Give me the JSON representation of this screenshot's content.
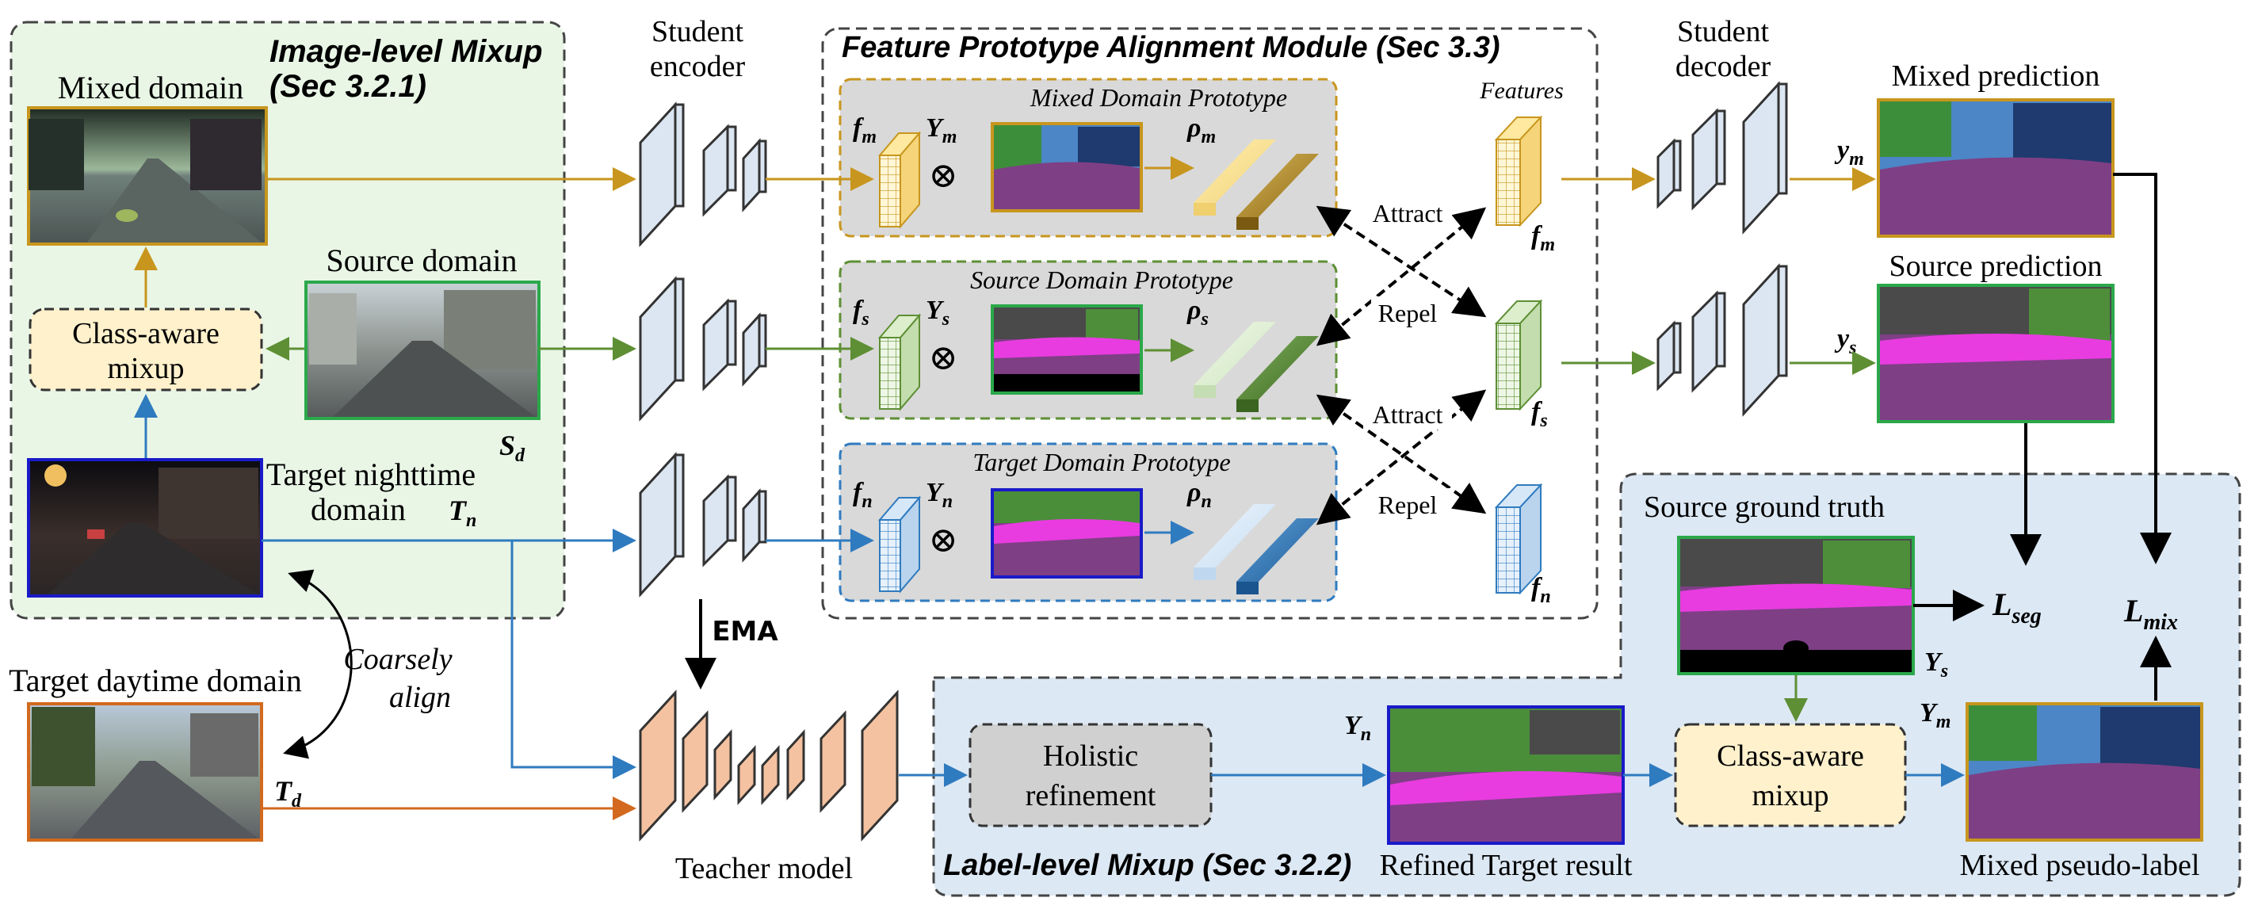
{
  "image_mixup": {
    "title_line1": "Image-level Mixup",
    "title_line2": "(Sec 3.2.1)",
    "mixed_domain": "Mixed domain",
    "source_domain": "Source domain",
    "source_symbol": "S",
    "source_symbol_sub": "d",
    "class_aware_line1": "Class-aware",
    "class_aware_line2": "mixup",
    "target_night_line1": "Target nighttime",
    "target_night_line2": "domain",
    "target_night_symbol": "T",
    "target_night_symbol_sub": "n"
  },
  "target_day": {
    "label": "Target daytime domain",
    "symbol": "T",
    "symbol_sub": "d",
    "align_line1": "Coarsely",
    "align_line2": "align"
  },
  "student_encoder": {
    "line1": "Student",
    "line2": "encoder"
  },
  "student_decoder": {
    "line1": "Student",
    "line2": "decoder"
  },
  "ema": "EMA",
  "teacher": "Teacher model",
  "fpa": {
    "title": "Feature Prototype Alignment Module (Sec 3.3)",
    "features": "Features",
    "mixed_proto": "Mixed Domain Prototype",
    "source_proto": "Source Domain Prototype",
    "target_proto": "Target Domain Prototype",
    "attract": "Attract",
    "repel": "Repel",
    "otimes": "⊗",
    "f": "f",
    "Y": "Y",
    "rho": "ρ",
    "sub_m": "m",
    "sub_s": "s",
    "sub_n": "n"
  },
  "predictions": {
    "mixed": "Mixed prediction",
    "source": "Source prediction",
    "y": "y",
    "sub_m": "m",
    "sub_s": "s"
  },
  "label_mixup": {
    "title": "Label-level Mixup (Sec 3.2.2)",
    "source_gt": "Source ground truth",
    "holistic_line1": "Holistic",
    "holistic_line2": "refinement",
    "refined": "Refined Target result",
    "class_aware_line1": "Class-aware",
    "class_aware_line2": "mixup",
    "pseudo": "Mixed pseudo-label",
    "L": "L",
    "seg": "seg",
    "mix": "mix",
    "Y": "Y",
    "sub_n": "n",
    "sub_s": "s",
    "sub_m": "m"
  },
  "colors": {
    "mixed": "#C8961E",
    "source": "#5E8F34",
    "target": "#2F7BBF",
    "teacher": "#D2691E",
    "image_panel_bg": "#E9F6E6",
    "label_panel_bg": "#DCE8F4",
    "proto_bg": "#D9D9D9"
  }
}
